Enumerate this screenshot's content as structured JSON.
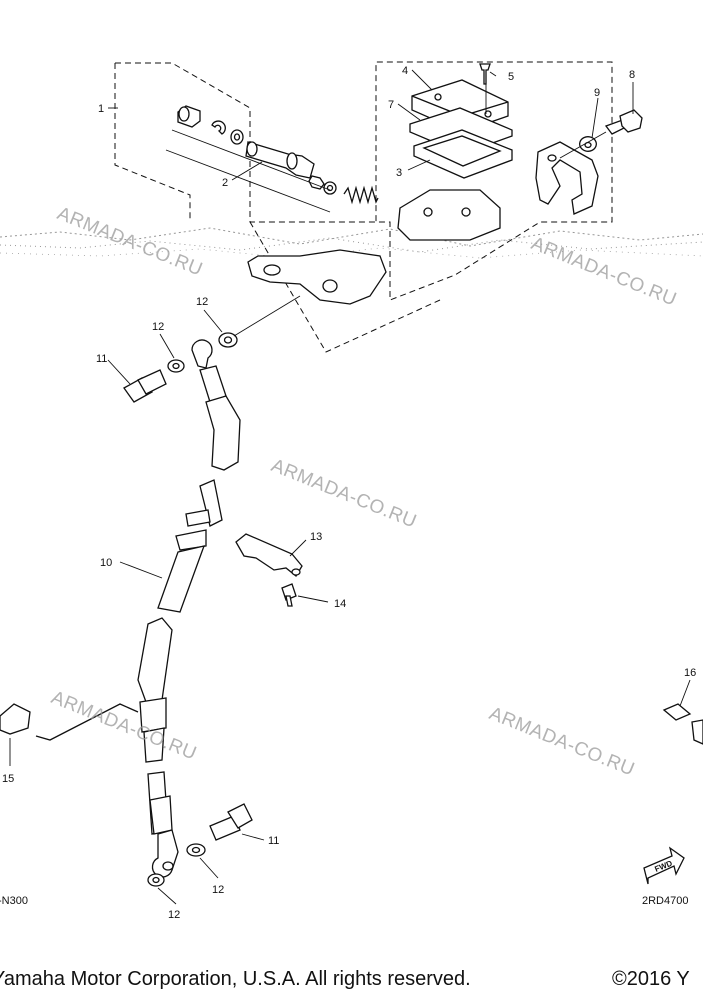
{
  "watermark": "ARMADA-CO.RU",
  "part_labels": {
    "p1": "1",
    "p2": "2",
    "p3": "3",
    "p4": "4",
    "p5": "5",
    "p7": "7",
    "p8": "8",
    "p9": "9",
    "p10": "10",
    "p11a": "11",
    "p11b": "11",
    "p12a": "12",
    "p12b": "12",
    "p12c": "12",
    "p12d": "12",
    "p13": "13",
    "p14": "14",
    "p15": "15",
    "p16": "16"
  },
  "codes": {
    "left": "-N300",
    "right": "2RD4700"
  },
  "fwd_label": "FWD",
  "footer": {
    "left": "Yamaha Motor Corporation, U.S.A. All rights reserved.",
    "right": "©2016 Y"
  }
}
